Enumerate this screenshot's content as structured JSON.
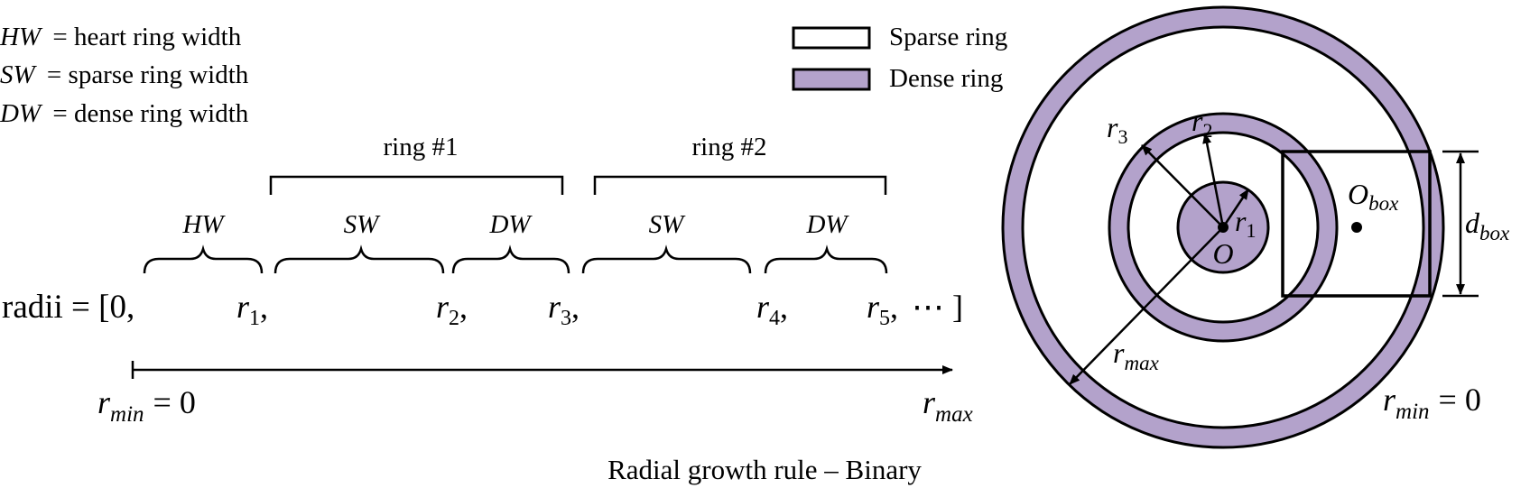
{
  "definitions": [
    {
      "symbol": "HW",
      "text": "= heart ring width"
    },
    {
      "symbol": "SW",
      "text": "= sparse ring width"
    },
    {
      "symbol": "DW",
      "text": "= dense ring width"
    }
  ],
  "legend": {
    "sparse_label": "Sparse ring",
    "dense_label": "Dense ring"
  },
  "colors": {
    "dense": "#b3a2cb",
    "sparse": "#ffffff",
    "stroke": "#000000"
  },
  "ring_labels": {
    "ring1": "ring #1",
    "ring2": "ring #2"
  },
  "width_labels": {
    "hw": "HW",
    "sw1": "SW",
    "dw1": "DW",
    "sw2": "SW",
    "dw2": "DW"
  },
  "radii": {
    "prefix": "radii = [0,",
    "r1": "r",
    "r1_sub": "1",
    "r2": "r",
    "r2_sub": "2",
    "r3": "r",
    "r3_sub": "3",
    "r4": "r",
    "r4_sub": "4",
    "r5": "r",
    "r5_sub": "5",
    "comma": ",",
    "tail": "⋯ ]"
  },
  "axis": {
    "min_r": "r",
    "min_sub": "min",
    "min_eq": "= 0",
    "max_r": "r",
    "max_sub": "max"
  },
  "circle_labels": {
    "r": "r",
    "r1_sub": "1",
    "r2_sub": "2",
    "r3_sub": "3",
    "rmax_sub": "max",
    "center": "O",
    "obox": "O",
    "obox_sub": "box",
    "dbox": "d",
    "dbox_sub": "box",
    "rmin": "r",
    "rmin_sub": "min",
    "rmin_eq": "= 0"
  },
  "caption": "Radial growth rule – Binary"
}
